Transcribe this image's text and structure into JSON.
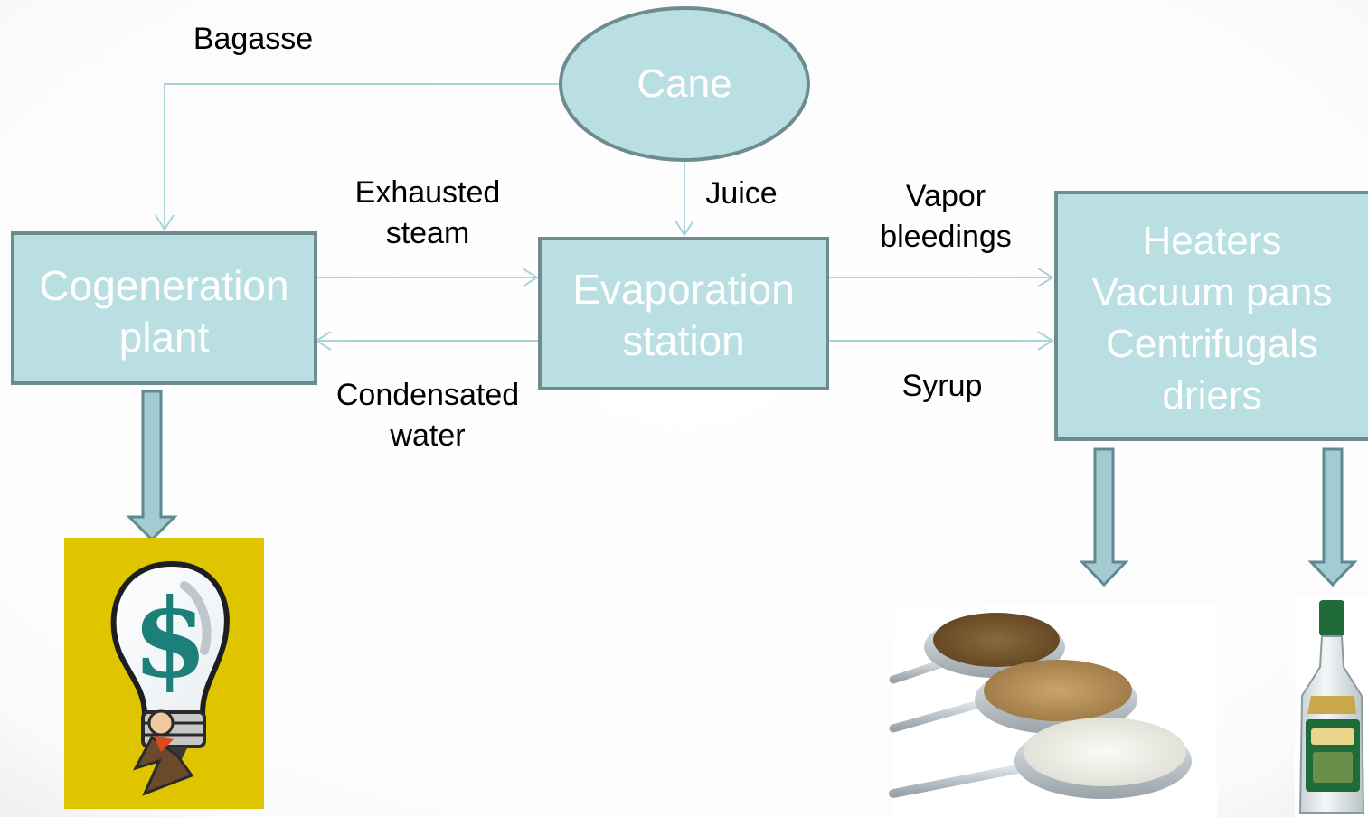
{
  "colors": {
    "node_fill": "#b9dfe3",
    "node_stroke": "#6e8c90",
    "arrow": "#a9d4d9",
    "big_arrow_fill": "#a3cbd1",
    "big_arrow_stroke": "#5f8a90",
    "label_text": "#000000",
    "node_text": "#ffffff"
  },
  "nodes": {
    "cane": "Cane",
    "cogeneration": [
      "Cogeneration",
      "plant"
    ],
    "evaporation": [
      "Evaporation",
      "station"
    ],
    "heaters": [
      "Heaters",
      "Vacuum pans",
      "Centrifugals",
      "driers"
    ]
  },
  "edges": {
    "bagasse": "Bagasse",
    "juice": "Juice",
    "exhausted_steam": [
      "Exhausted",
      "steam"
    ],
    "condensated_water": [
      "Condensated",
      "water"
    ],
    "vapor_bleedings": [
      "Vapor",
      "bleedings"
    ],
    "syrup": "Syrup"
  },
  "images": {
    "electricity": "lightbulb-dollar-image",
    "sugar": "sugar-spoons-image",
    "rum": "rum-bottle-image"
  }
}
